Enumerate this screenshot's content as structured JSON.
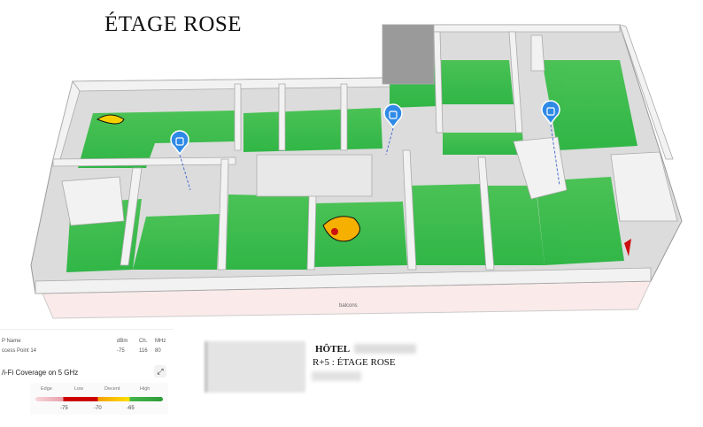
{
  "title": "ÉTAGE ROSE",
  "balcony_label": "balcons",
  "access_points": [
    {
      "icon": "wifi-access-point-icon"
    },
    {
      "icon": "wifi-access-point-icon"
    },
    {
      "icon": "wifi-access-point-icon"
    }
  ],
  "ap_table": {
    "headers": [
      "P Name",
      "dBm",
      "Ch.",
      "MHz"
    ],
    "row": [
      "ccess Point 14",
      "-75",
      "116",
      "80"
    ]
  },
  "coverage": {
    "title": "/i-Fi Coverage on 5 GHz",
    "expand_icon": "expand-icon",
    "levels": [
      "Edge",
      "Low",
      "Decent",
      "High"
    ],
    "ticks": [
      "-75",
      "-70",
      "-65"
    ],
    "colors": {
      "edge": "#f2c4cc",
      "low": "#cc0000",
      "decent": "#ffc000",
      "high": "#2e9c3a"
    }
  },
  "info": {
    "hotel": "HÔTEL",
    "floor": "R+5 : ÉTAGE ROSE"
  }
}
